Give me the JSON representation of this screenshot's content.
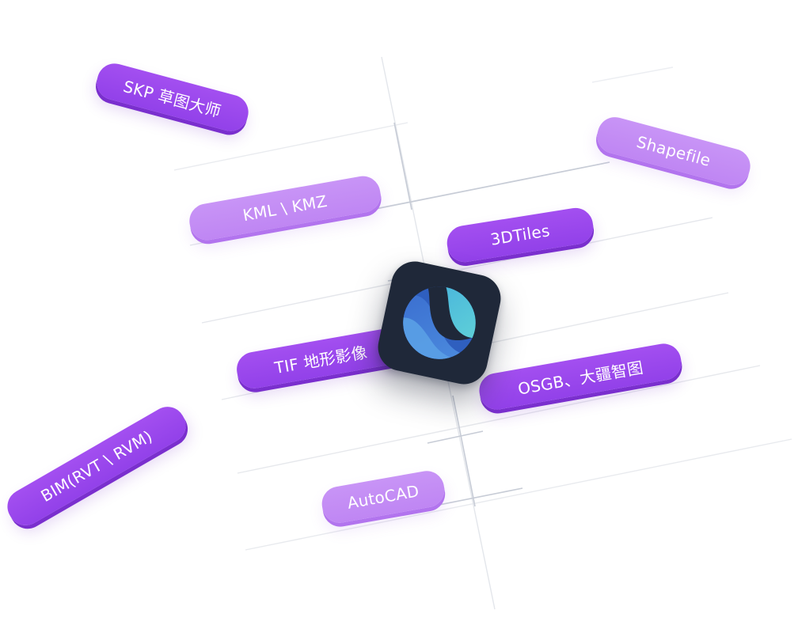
{
  "labels": {
    "skp": "SKP 草图大师",
    "shapefile": "Shapefile",
    "kml": "KML \\ KMZ",
    "tiles3d": "3DTiles",
    "tif": "TIF 地形影像",
    "osgb": "OSGB、大疆智图",
    "bim": "BIM(RVT \\ RVM)",
    "autocad": "AutoCAD"
  },
  "logo_icon": "layered-waves-globe-icon",
  "colors": {
    "pill_dark": "#9b48ee",
    "pill_light": "#c48ef5",
    "logo_bg": "#1f2839",
    "logo_blue": "#3d7fd6",
    "logo_teal": "#4cc0d8",
    "grid_line": "#dfe2e8"
  }
}
